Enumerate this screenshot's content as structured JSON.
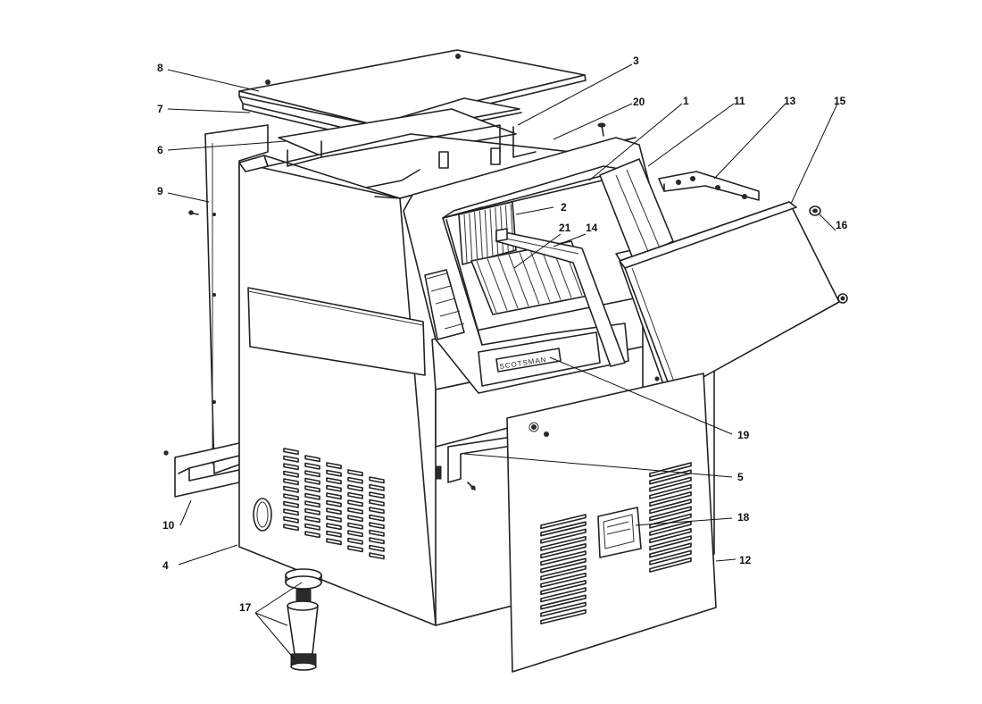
{
  "diagram": {
    "brand_label": "SCOTSMAN",
    "callouts": [
      "1",
      "2",
      "3",
      "4",
      "5",
      "6",
      "7",
      "8",
      "9",
      "10",
      "11",
      "12",
      "13",
      "14",
      "15",
      "16",
      "17",
      "18",
      "19",
      "20",
      "21"
    ]
  }
}
